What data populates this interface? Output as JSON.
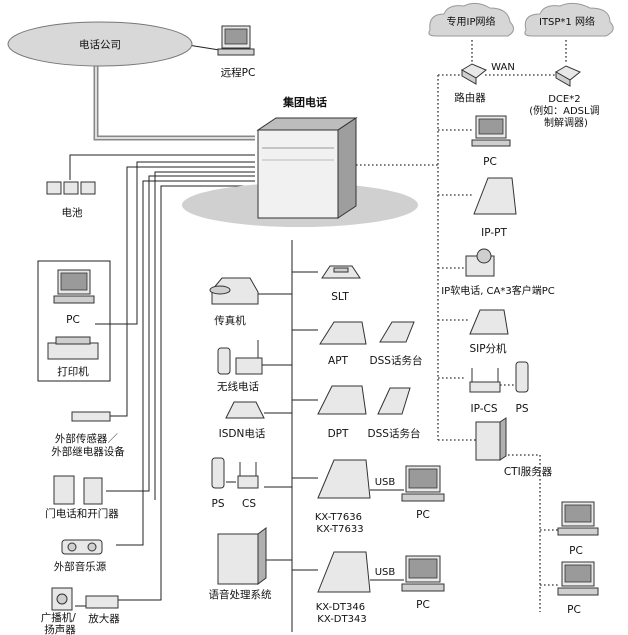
{
  "nodes": {
    "telco": "电话公司",
    "remote_pc": "远程PC",
    "pbx": "集团电话",
    "battery": "电池",
    "pc_left": "PC",
    "printer": "打印机",
    "ext_sensor": "外部传感器／\n外部继电器设备",
    "door_phone": "门电话和开门器",
    "ext_music": "外部音乐源",
    "pa": "广播机/\n扬声器",
    "amp": "放大器",
    "fax": "传真机",
    "cordless": "无线电话",
    "isdn": "ISDN电话",
    "ps_left": "PS",
    "cs": "CS",
    "voice": "语音处理系统",
    "slt": "SLT",
    "apt": "APT",
    "dss1": "DSS话务台",
    "dpt": "DPT",
    "dss2": "DSS话务台",
    "kx_t": "KX-T7636\nKX-T7633",
    "kx_dt": "KX-DT346\nKX-DT343",
    "usb1": "USB",
    "usb2": "USB",
    "pc_usb1": "PC",
    "pc_usb2": "PC",
    "ip_net": "专用IP网络",
    "itsp": "ITSP*1 网络",
    "wan": "WAN",
    "router": "路由器",
    "dce": "DCE*2\n(例如：ADSL调\n制解调器)",
    "pc_right": "PC",
    "ippt": "IP-PT",
    "ipsoft": "IP软电话, CA*3客户端PC",
    "sip": "SIP分机",
    "ipcs": "IP-CS",
    "ps_right": "PS",
    "cti": "CTI服务器",
    "pc_cti1": "PC",
    "pc_cti2": "PC"
  }
}
